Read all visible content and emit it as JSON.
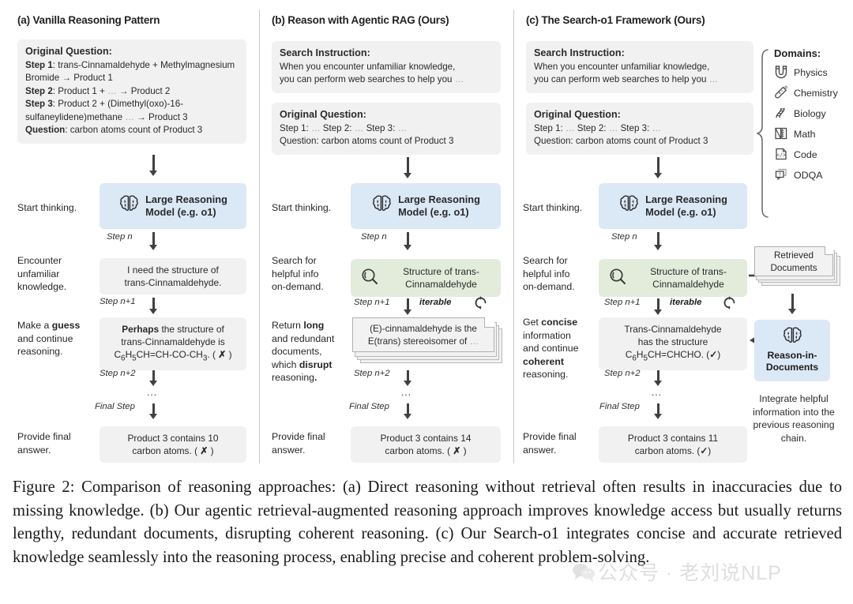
{
  "columns": [
    {
      "id": "a",
      "title": "(a) Vanilla Reasoning Pattern",
      "prompt": {
        "header": "Original Question:",
        "lines": [
          "Step 1: trans-Cinnamaldehyde + Methylmagnesium Bromide → Product 1",
          "Step 2: Product 1 + … → Product 2",
          "Step 3: Product 2 + (Dimethyl(oxo)-16-sulfaneylidene)methane … → Product 3",
          "Question: carbon atoms count of Product 3"
        ]
      },
      "captions": {
        "start": "Start thinking.",
        "middle1": "Encounter unfamiliar knowledge.",
        "middle2": "Make a guess and continue reasoning.",
        "final": "Provide final answer."
      },
      "model_box": "Large Reasoning Model (e.g. o1)",
      "thought1": "I need the structure of trans-Cinnamaldehyde.",
      "thought2": "Perhaps the structure of trans-Cinnamaldehyde is C6H5CH=CH-CO-CH3. ( ✗ )",
      "answer": "Product 3 contains 10 carbon atoms. ( ✗ )",
      "steps": {
        "n": "Step n",
        "n1": "Step n+1",
        "n2": "Step n+2",
        "ellipsis": "…",
        "final": "Final Step"
      }
    },
    {
      "id": "b",
      "title": "(b) Reason with Agentic RAG (Ours)",
      "instruction": {
        "header": "Search Instruction:",
        "body": "When you encounter unfamiliar knowledge, you can perform web searches to help you …"
      },
      "prompt": {
        "header": "Original Question:",
        "lines": [
          "Step 1: … Step 2: … Step 3: …",
          "Question: carbon atoms count of Product 3"
        ]
      },
      "captions": {
        "start": "Start thinking.",
        "middle1": "Search for helpful info on-demand.",
        "middle2": "Return long and redundant documents, which disrupt reasoning.",
        "final": "Provide final answer."
      },
      "model_box": "Large Reasoning Model (e.g. o1)",
      "search_query": "Structure of trans-Cinnamaldehyde",
      "documents": "(E)-cinnamaldehyde is the E(trans) stereoisomer of …",
      "answer": "Product 3 contains 14 carbon atoms. ( ✗ )",
      "steps": {
        "n": "Step n",
        "n1": "Step n+1",
        "n2": "Step n+2",
        "ellipsis": "…",
        "final": "Final Step",
        "iterable": "iterable"
      }
    },
    {
      "id": "c",
      "title": "(c) The Search-o1 Framework (Ours)",
      "instruction": {
        "header": "Search Instruction:",
        "body": "When you encounter unfamiliar knowledge, you can perform web searches to help you …"
      },
      "prompt": {
        "header": "Original Question:",
        "lines": [
          "Step 1: … Step 2: … Step 3: …",
          "Question: carbon atoms count of Product 3"
        ]
      },
      "captions": {
        "start": "Start thinking.",
        "middle1": "Search for helpful info on-demand.",
        "middle2": "Get concise information and continue coherent reasoning.",
        "final": "Provide final answer."
      },
      "model_box": "Large Reasoning Model (e.g. o1)",
      "search_query": "Structure of trans-Cinnamaldehyde",
      "thought": "Trans-Cinnamaldehyde has the structure C6H5CH=CHCHO. ( ✓ )",
      "answer": "Product 3 contains 11 carbon atoms. ( ✓ )",
      "steps": {
        "n": "Step n",
        "n1": "Step n+1",
        "n2": "Step n+2",
        "ellipsis": "…",
        "final": "Final Step",
        "iterable": "iterable"
      },
      "right": {
        "retrieved_documents": "Retrieved Documents",
        "reason_in_documents": "Reason-in-Documents",
        "note": "Integrate helpful information into the previous reasoning chain."
      }
    }
  ],
  "domains": {
    "title": "Domains:",
    "items": [
      {
        "label": "Physics",
        "icon": "magnet-icon"
      },
      {
        "label": "Chemistry",
        "icon": "flask-icon"
      },
      {
        "label": "Biology",
        "icon": "dna-icon"
      },
      {
        "label": "Math",
        "icon": "ruler-icon"
      },
      {
        "label": "Code",
        "icon": "code-file-icon"
      },
      {
        "label": "ODQA",
        "icon": "question-bubble-icon"
      }
    ]
  },
  "caption": "Figure 2: Comparison of reasoning approaches: (a) Direct reasoning without retrieval often results in inaccuracies due to missing knowledge. (b) Our agentic retrieval-augmented reasoning approach improves knowledge access but usually returns lengthy, redundant documents, disrupting coherent reasoning. (c) Our Search-o1 integrates concise and accurate retrieved knowledge seamlessly into the reasoning process, enabling precise and coherent problem-solving.",
  "watermark": {
    "text": "公众号 · 老刘说NLP",
    "icon": "wechat-icon"
  },
  "colors": {
    "model_box": "#dbe8f6",
    "search_box": "#e3ecdb",
    "neutral_box": "#f1f1f1",
    "arrow": "#414141",
    "divider": "#c9c9c9"
  }
}
